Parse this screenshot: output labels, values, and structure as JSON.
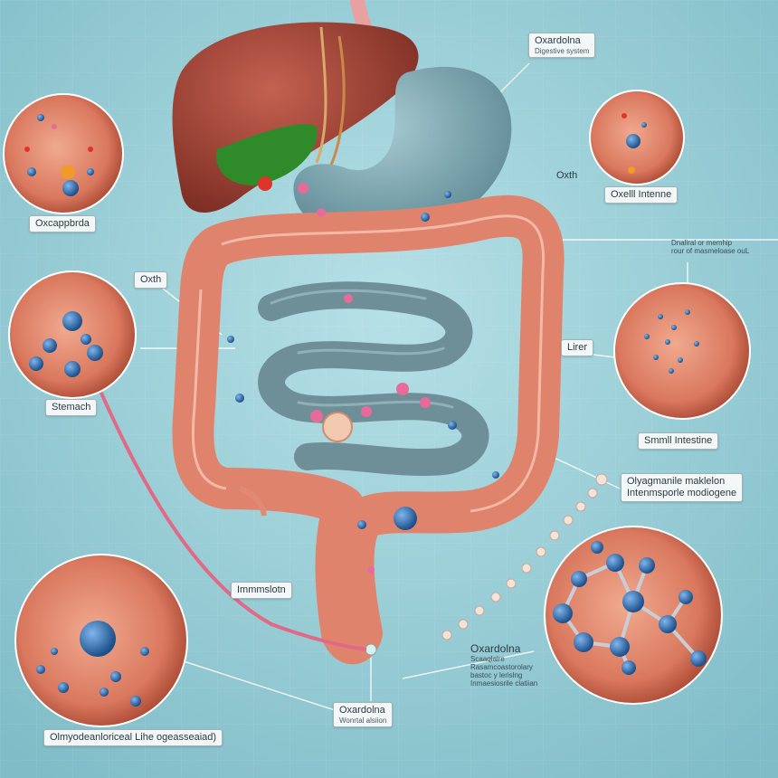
{
  "labels": {
    "top_right": {
      "title": "Oxardolna",
      "sub": "Digestive system"
    },
    "left_top_circle": "Oxcappbrda",
    "right_top_oxth": "Oxth",
    "right_top_circle": "Oxelll Intenne",
    "right_mid_note": {
      "line1": "Dnaliral or memhip",
      "line2": "rour of masmeloase ouL"
    },
    "left_oxth": "Oxth",
    "stemach": "Stemach",
    "liver": "Lirer",
    "small_intestine": "Smmll Intestine",
    "right_low": {
      "line1": "Olyagmanile maklelon",
      "line2": "Intenmsporle modiogene"
    },
    "immersion": "Immmslotn",
    "bottom_center": {
      "title": "Oxardolna",
      "sub": "Wonrtal alsiion"
    },
    "bottom_right": {
      "title": "Oxardolna",
      "l1": "Scaaqlalre",
      "l2": "Rasamcoastorolary",
      "l3": "bastoc y lerislng",
      "l4": "Inmaesiosrile clatiian"
    },
    "bottom_left": "Olmyodeanloriceal Lihe ogeasseaiad)"
  },
  "colors": {
    "background": "#9fd0d8",
    "liver": "#a8483a",
    "stomach": "#7aa6b0",
    "colon": "#e0836c",
    "small_intestine": "#6f8f98",
    "molecule": "#2f74b8"
  }
}
